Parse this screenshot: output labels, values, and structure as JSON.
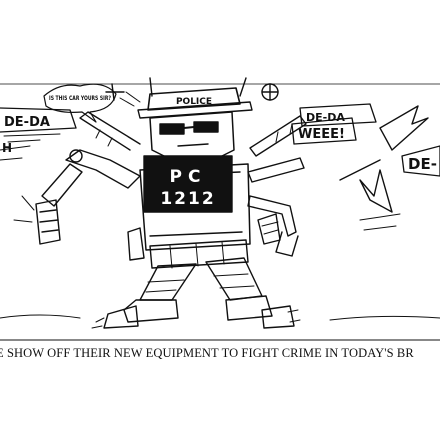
{
  "speech_bubble": "IS THIS CAR YOURS SIR?",
  "hat_label": "POLICE",
  "badge": {
    "line1": "PC",
    "line2": "1212"
  },
  "sound_effects": {
    "left_deda": "DE-DA",
    "right_deda": "DE-DA",
    "weee": "WEEE!",
    "right_de": "DE-",
    "left_h": "H"
  },
  "caption": "E SHOW OFF THEIR NEW EQUIPMENT TO FIGHT CRIME IN TODAY'S BR"
}
